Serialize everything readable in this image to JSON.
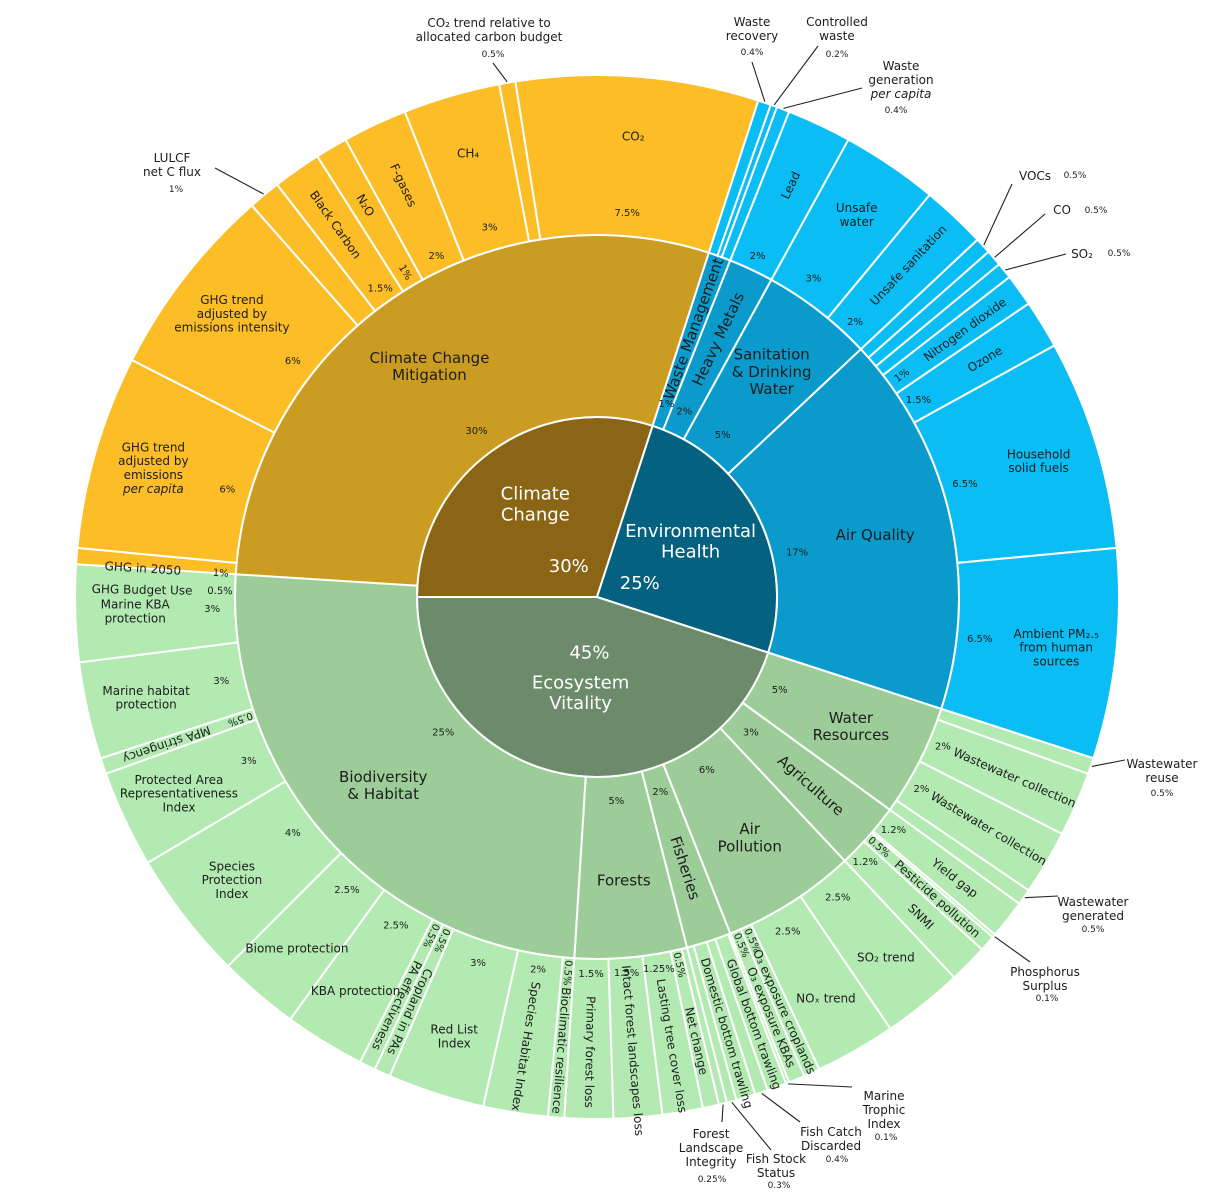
{
  "chart_data": {
    "type": "sunburst",
    "title": "",
    "unit": "% weight",
    "tree": [
      {
        "name": "Climate\nChange",
        "value": 30,
        "pct": "30%",
        "color": "#8a6516",
        "children": [
          {
            "name": "Climate Change\nMitigation",
            "value": 30,
            "pct": "30%",
            "color": "#cb9c22",
            "children": [
              {
                "name": "GHG Budget Use",
                "value": 0.5,
                "pct": "0.5%"
              },
              {
                "name": "GHG in 2050",
                "value": 1,
                "pct": "1%"
              },
              {
                "name": "GHG trend\nadjusted by\nemissions\nper capita",
                "value": 6,
                "pct": "6%"
              },
              {
                "name": "GHG trend\nadjusted by\nemissions intensity",
                "value": 6,
                "pct": "6%"
              },
              {
                "name": "LULCF\nnet C flux",
                "value": 1,
                "pct": "1%",
                "callout": true
              },
              {
                "name": "Black Carbon",
                "value": 1.5,
                "pct": "1.5%"
              },
              {
                "name": "N₂O",
                "value": 1,
                "pct": "1%"
              },
              {
                "name": "F-gases",
                "value": 2,
                "pct": "2%"
              },
              {
                "name": "CH₄",
                "value": 3,
                "pct": "3%"
              },
              {
                "name": "CO₂ trend relative to\nallocated carbon budget",
                "value": 0.5,
                "pct": "0.5%",
                "callout": true
              },
              {
                "name": "CO₂",
                "value": 7.5,
                "pct": "7.5%"
              }
            ]
          }
        ]
      },
      {
        "name": "Environmental\nHealth",
        "value": 25,
        "pct": "25%",
        "color": "#04617f",
        "children": [
          {
            "name": "Waste Management",
            "value": 1,
            "pct": "1%",
            "color": "#0a9bcc",
            "children": [
              {
                "name": "Waste\nrecovery",
                "value": 0.4,
                "pct": "0.4%",
                "callout": true
              },
              {
                "name": "Controlled\nwaste",
                "value": 0.2,
                "pct": "0.2%",
                "callout": true
              },
              {
                "name": "Waste\ngeneration\nper capita",
                "value": 0.4,
                "pct": "0.4%",
                "callout": true
              }
            ]
          },
          {
            "name": "Heavy Metals",
            "value": 2,
            "pct": "2%",
            "color": "#0a9bcc",
            "children": [
              {
                "name": "Lead",
                "value": 2,
                "pct": "2%"
              }
            ]
          },
          {
            "name": "Sanitation\n& Drinking\nWater",
            "value": 5,
            "pct": "5%",
            "color": "#0a9bcc",
            "children": [
              {
                "name": "Unsafe\nwater",
                "value": 3,
                "pct": "3%"
              },
              {
                "name": "Unsafe\nsanitation",
                "value": 2,
                "pct": "2%"
              }
            ]
          },
          {
            "name": "Air Quality",
            "value": 17,
            "pct": "17%",
            "color": "#0a9bcc",
            "children": [
              {
                "name": "VOCs",
                "value": 0.5,
                "pct": "0.5%",
                "callout": true
              },
              {
                "name": "CO",
                "value": 0.5,
                "pct": "0.5%",
                "callout": true
              },
              {
                "name": "SO₂",
                "value": 0.5,
                "pct": "0.5%",
                "callout": true
              },
              {
                "name": "Nitrogen dioxide",
                "value": 1,
                "pct": "1%"
              },
              {
                "name": "Ozone",
                "value": 1.5,
                "pct": "1.5%"
              },
              {
                "name": "Household\nsolid fuels",
                "value": 6.5,
                "pct": "6.5%"
              },
              {
                "name": "Ambient PM₂.₅\nfrom human\nsources",
                "value": 6.5,
                "pct": "6.5%"
              }
            ]
          }
        ]
      },
      {
        "name": "Ecosystem\nVitality",
        "value": 45,
        "pct": "45%",
        "color": "#6c8b6a",
        "children": [
          {
            "name": "Water\nResources",
            "value": 5,
            "pct": "5%",
            "color": "#9ccd98",
            "children": [
              {
                "name": "Wastewater\nreuse",
                "value": 0.5,
                "pct": "0.5%",
                "callout": true
              },
              {
                "name": "Wastewater\ncollection",
                "value": 2,
                "pct": "2%"
              },
              {
                "name": "Wastewater\ncollection",
                "value": 2,
                "pct": "2%"
              },
              {
                "name": "Wastewater\ngenerated",
                "value": 0.5,
                "pct": "0.5%",
                "callout": true
              }
            ]
          },
          {
            "name": "Agriculture",
            "value": 3,
            "pct": "3%",
            "color": "#9ccd98",
            "children": [
              {
                "name": "Yield gap",
                "value": 1.2,
                "pct": "1.2%"
              },
              {
                "name": "Phosphorus\nSurplus",
                "value": 0.1,
                "pct": "0.1%",
                "callout": true
              },
              {
                "name": "Pesticide pollution",
                "value": 0.5,
                "pct": "0.5%"
              },
              {
                "name": "SNMI",
                "value": 1.2,
                "pct": "1.2%"
              }
            ]
          },
          {
            "name": "Air\nPollution",
            "value": 6,
            "pct": "6%",
            "color": "#9ccd98",
            "children": [
              {
                "name": "SO₂ trend",
                "value": 2.5,
                "pct": "2.5%"
              },
              {
                "name": "NOₓ trend",
                "value": 2.5,
                "pct": "2.5%"
              },
              {
                "name": "O₃ exposure croplands",
                "value": 0.5,
                "pct": "0.5%"
              },
              {
                "name": "O₃ exposure KBAs",
                "value": 0.5,
                "pct": "0.5%"
              }
            ]
          },
          {
            "name": "Fisheries",
            "value": 2,
            "pct": "2%",
            "color": "#9ccd98",
            "children": [
              {
                "name": "Marine\nTrophic\nIndex",
                "value": 0.1,
                "pct": "0.1%",
                "callout": true
              },
              {
                "name": "Global bottom trawling",
                "value": 0.6
              },
              {
                "name": "Fish Catch\nDiscarded",
                "value": 0.4,
                "pct": "0.4%",
                "callout": true
              },
              {
                "name": "Domestic bottom trawling",
                "value": 0.6
              },
              {
                "name": "Fish Stock\nStatus",
                "value": 0.3,
                "pct": "0.3%",
                "callout": true
              }
            ]
          },
          {
            "name": "Forests",
            "value": 5,
            "pct": "5%",
            "color": "#9ccd98",
            "children": [
              {
                "name": "Forest\nLandscape\nIntegrity",
                "value": 0.25,
                "pct": "0.25%",
                "callout": true
              },
              {
                "name": "Net change",
                "value": 0.5,
                "pct": "0.5%"
              },
              {
                "name": "Lasting tree\ncover loss",
                "value": 1.25,
                "pct": "1.25%"
              },
              {
                "name": "Intact forest\nlandscapes loss",
                "value": 1.5,
                "pct": "1.5%"
              },
              {
                "name": "Primary\nforest\nloss",
                "value": 1.5,
                "pct": "1.5%"
              }
            ]
          },
          {
            "name": "Biodiversity\n& Habitat",
            "value": 25,
            "pct": "25%",
            "color": "#9ccd98",
            "children": [
              {
                "name": "Bioclimatic resilience",
                "value": 0.5,
                "pct": "0.5%"
              },
              {
                "name": "Species\nHabitat\nIndex",
                "value": 2,
                "pct": "2%"
              },
              {
                "name": "Red List\nIndex",
                "value": 3,
                "pct": "3%"
              },
              {
                "name": "Cropland in PAs",
                "value": 0.5,
                "pct": "0.5%"
              },
              {
                "name": "PA effectiveness",
                "value": 0.5,
                "pct": "0.5%"
              },
              {
                "name": "KBA protection",
                "value": 2.5,
                "pct": "2.5%"
              },
              {
                "name": "Biome protection",
                "value": 2.5,
                "pct": "2.5%"
              },
              {
                "name": "Species\nProtection\nIndex",
                "value": 4,
                "pct": "4%"
              },
              {
                "name": "Protected Area\nRepresentativeness\nIndex",
                "value": 3,
                "pct": "3%"
              },
              {
                "name": "MPA stringency",
                "value": 0.5,
                "pct": "0.5%"
              },
              {
                "name": "Marine habitat\nprotection",
                "value": 3,
                "pct": "3%"
              },
              {
                "name": "Marine KBA\nprotection",
                "value": 3,
                "pct": "3%"
              }
            ]
          }
        ]
      }
    ],
    "outer_colors": {
      "Climate\nChange": "#fcbd27",
      "Environmental\nHealth": "#0bbdf5",
      "Ecosystem\nVitality": "#b2eab2"
    }
  }
}
